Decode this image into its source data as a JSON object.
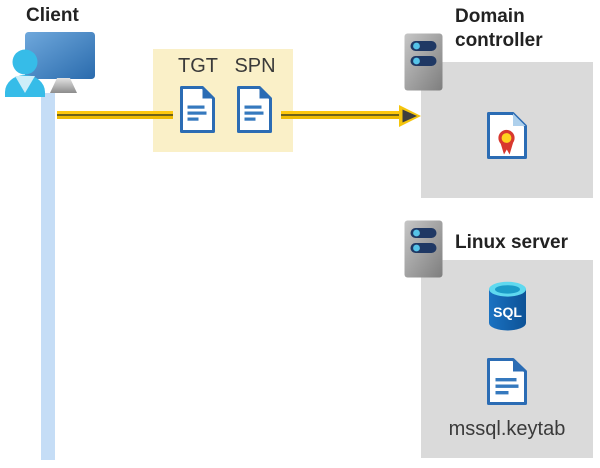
{
  "client": {
    "label": "Client"
  },
  "tickets": {
    "tgt": "TGT",
    "spn": "SPN"
  },
  "domain_controller": {
    "label": "Domain controller"
  },
  "linux_server": {
    "label": "Linux server",
    "sql": "SQL",
    "keytab": "mssql.keytab"
  },
  "colors": {
    "arrow_yellow": "#F5C50D",
    "arrow_core_dark": "#6F6318",
    "arrowhead_dark": "#3E3E3E",
    "ticket_box_bg": "#FAF0C8",
    "server_box_bg": "#DADADA",
    "document_blue": "#2B6CB4",
    "certificate_fold_blue": "#AED0EC",
    "ribbon_red": "#D8382E",
    "ribbon_gold": "#FFD21E",
    "client_cyan": "#36BCE8",
    "monitor_blue": "#2D6FB0",
    "connection_line_blue": "#C5DDF6",
    "server_slot_navy": "#1F3864",
    "server_led_cyan": "#56C3E8",
    "sql_body_blue": "#1261AE",
    "sql_top_cyan": "#5FD9EF",
    "heading_text": "#222222",
    "label_text": "#3A3A3A"
  }
}
